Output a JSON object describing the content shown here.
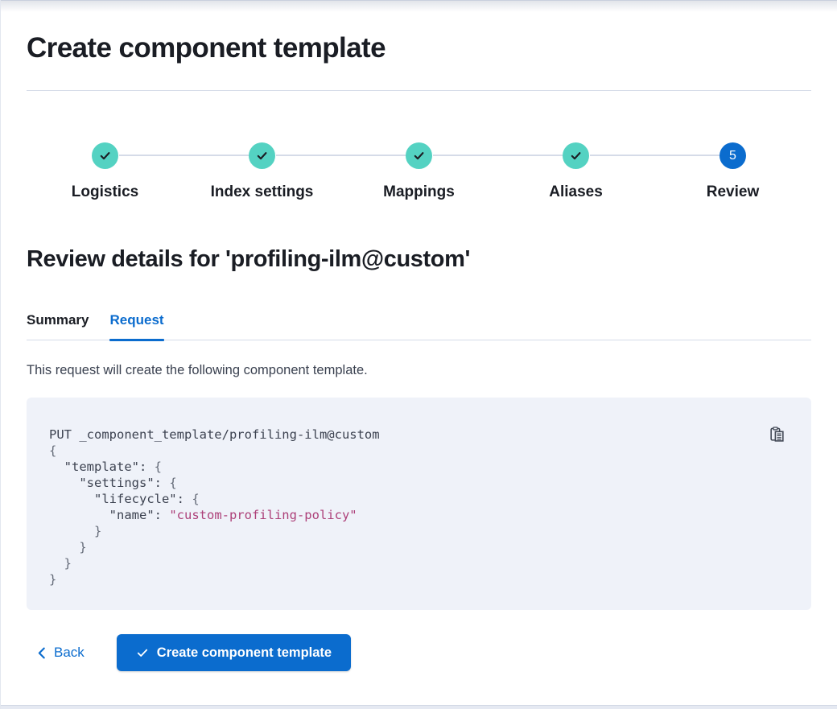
{
  "header": {
    "title": "Create component template"
  },
  "stepper": {
    "steps": [
      {
        "label": "Logistics",
        "status": "complete",
        "icon": "check-icon"
      },
      {
        "label": "Index settings",
        "status": "complete",
        "icon": "check-icon"
      },
      {
        "label": "Mappings",
        "status": "complete",
        "icon": "check-icon"
      },
      {
        "label": "Aliases",
        "status": "complete",
        "icon": "check-icon"
      },
      {
        "label": "Review",
        "status": "current",
        "number": "5"
      }
    ]
  },
  "review": {
    "heading": "Review details for 'profiling-ilm@custom'",
    "tabs": {
      "summary": "Summary",
      "request": "Request"
    },
    "active_tab": "Request",
    "description": "This request will create the following component template."
  },
  "request_code": {
    "copy_icon": "copy-clipboard-icon",
    "lines": [
      {
        "text": "PUT _component_template/profiling-ilm@custom"
      },
      {
        "open": "{"
      },
      {
        "text": "  \"template\"",
        "sep": ": ",
        "open": "{"
      },
      {
        "text": "    \"settings\"",
        "sep": ": ",
        "open": "{"
      },
      {
        "text": "      \"lifecycle\"",
        "sep": ": ",
        "open": "{"
      },
      {
        "text": "        \"name\"",
        "sep": ": ",
        "value": "\"custom-profiling-policy\""
      },
      {
        "pre": "      }"
      },
      {
        "pre": "    }"
      },
      {
        "pre": "  }"
      },
      {
        "pre": "}"
      }
    ]
  },
  "footer": {
    "back_label": "Back",
    "back_icon": "chevron-left-icon",
    "submit_label": "Create component template",
    "submit_icon": "check-icon"
  },
  "colors": {
    "primary_blue": "#0b6cce",
    "step_complete_teal": "#54d2c2",
    "code_block_bg": "#eff2f9",
    "code_string_pink": "#ad4079",
    "divider_gray": "#d5dbe8"
  }
}
